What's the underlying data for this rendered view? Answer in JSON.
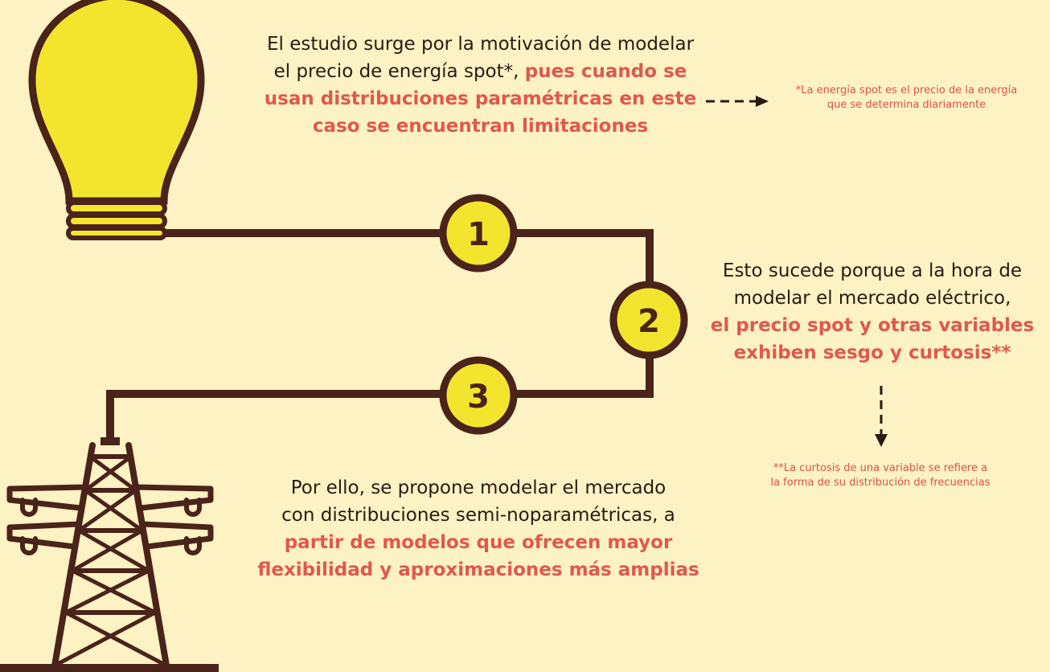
{
  "steps": [
    {
      "number": "1",
      "text_lines": [
        "El estudio surge por la motivación de modelar",
        "el precio de energía spot*, "
      ],
      "highlight_lines": [
        "pues cuando se",
        "usan distribuciones paramétricas en este",
        "caso se encuentran limitaciones"
      ]
    },
    {
      "number": "2",
      "text_lines": [
        "Esto sucede porque a la hora de",
        "modelar el mercado eléctrico,"
      ],
      "highlight_lines": [
        "el precio spot y otras variables",
        "exhiben sesgo y curtosis**"
      ]
    },
    {
      "number": "3",
      "text_lines": [
        "Por ello, se propone modelar el mercado",
        "con distribuciones semi-noparamétricas, a"
      ],
      "highlight_lines": [
        "partir de modelos que ofrecen mayor",
        "flexibilidad y aproximaciones más amplias"
      ]
    }
  ],
  "footnotes": [
    {
      "lines": [
        "*La energía spot es el precio de la energía",
        "que se determina diariamente"
      ]
    },
    {
      "lines": [
        "**La curtosis de una variable se refiere a",
        "la forma de su distribución de frecuencias"
      ]
    }
  ],
  "colors": {
    "background": "#fcf2c4",
    "line": "#4a231a",
    "bulb": "#f3e52e",
    "highlight": "#e0584e",
    "text": "#2a1a12"
  },
  "icons": [
    "lightbulb-icon",
    "power-tower-icon"
  ]
}
